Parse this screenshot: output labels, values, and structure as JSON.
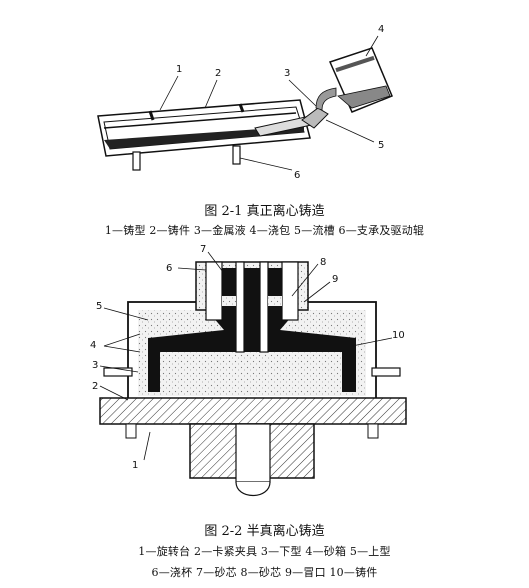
{
  "figure1": {
    "caption": "图 2-1    真正离心铸造",
    "legend": "1—铸型  2—铸件  3—金属液  4—浇包  5—流槽  6—支承及驱动辊",
    "callouts": [
      "1",
      "2",
      "3",
      "4",
      "5",
      "6"
    ]
  },
  "figure2": {
    "caption": "图 2-2    半真离心铸造",
    "legend_line1": "1—旋转台  2—卡紧夹具  3—下型  4—砂箱  5—上型",
    "legend_line2": "6—浇杯  7—砂芯  8—砂芯  9—冒口  10—铸件",
    "callouts": [
      "1",
      "2",
      "3",
      "4",
      "5",
      "6",
      "7",
      "8",
      "9",
      "10"
    ]
  }
}
